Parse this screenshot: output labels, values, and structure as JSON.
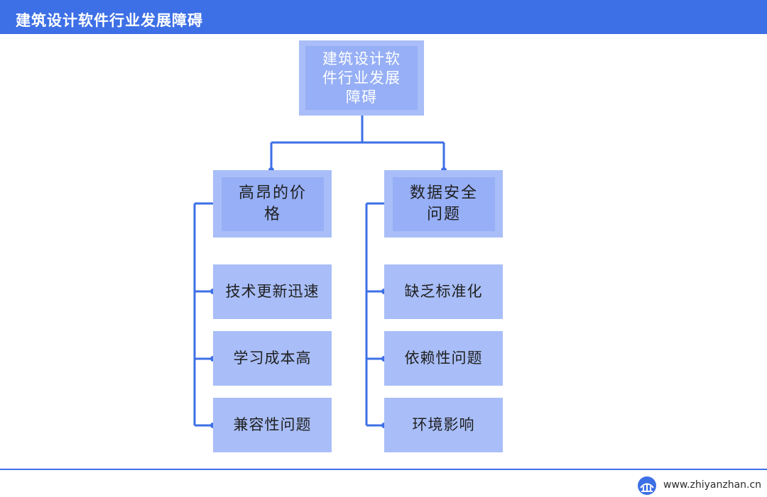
{
  "header": {
    "title": "建筑设计软件行业发展障碍"
  },
  "diagram": {
    "root": "建筑设计软件行业发展障碍",
    "branches": [
      {
        "label": "高昂的价格",
        "children": [
          "技术更新迅速",
          "学习成本高",
          "兼容性问题"
        ]
      },
      {
        "label": "数据安全问题",
        "children": [
          "缺乏标准化",
          "依赖性问题",
          "环境影响"
        ]
      }
    ]
  },
  "footer": {
    "url": "www.zhiyanzhan.cn"
  },
  "colors": {
    "header": "#3d6fe6",
    "node_outer": "#a9bef8",
    "node_inner": "#96aff6",
    "connector": "#3d6fe6"
  }
}
